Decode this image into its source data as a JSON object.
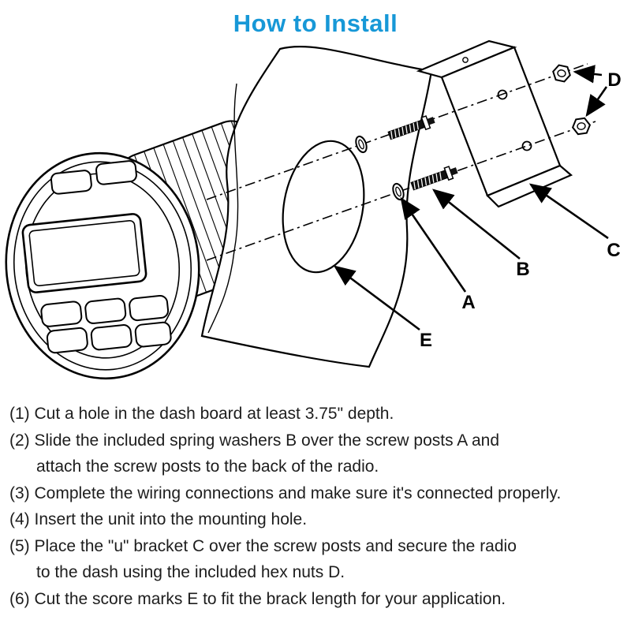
{
  "title": "How to Install",
  "colors": {
    "title_blue": "#1798d7",
    "line_ink": "#000000",
    "text_ink": "#1d1d1d"
  },
  "diagram": {
    "labels": {
      "a": "A",
      "b": "B",
      "c": "C",
      "d": "D",
      "e": "E"
    }
  },
  "instructions": [
    "(1) Cut a hole in the dash board at least 3.75\" depth.",
    "(2) Slide the included spring washers B over the screw posts A and\nattach the screw posts to the back of the radio.",
    "(3) Complete the wiring connections and make sure it's connected properly.",
    "(4) Insert the unit into the mounting hole.",
    "(5) Place the \"u\" bracket C over the screw posts and secure the radio\nto the dash using the included hex nuts D.",
    "(6) Cut the score marks E to fit the brack length for your application."
  ]
}
